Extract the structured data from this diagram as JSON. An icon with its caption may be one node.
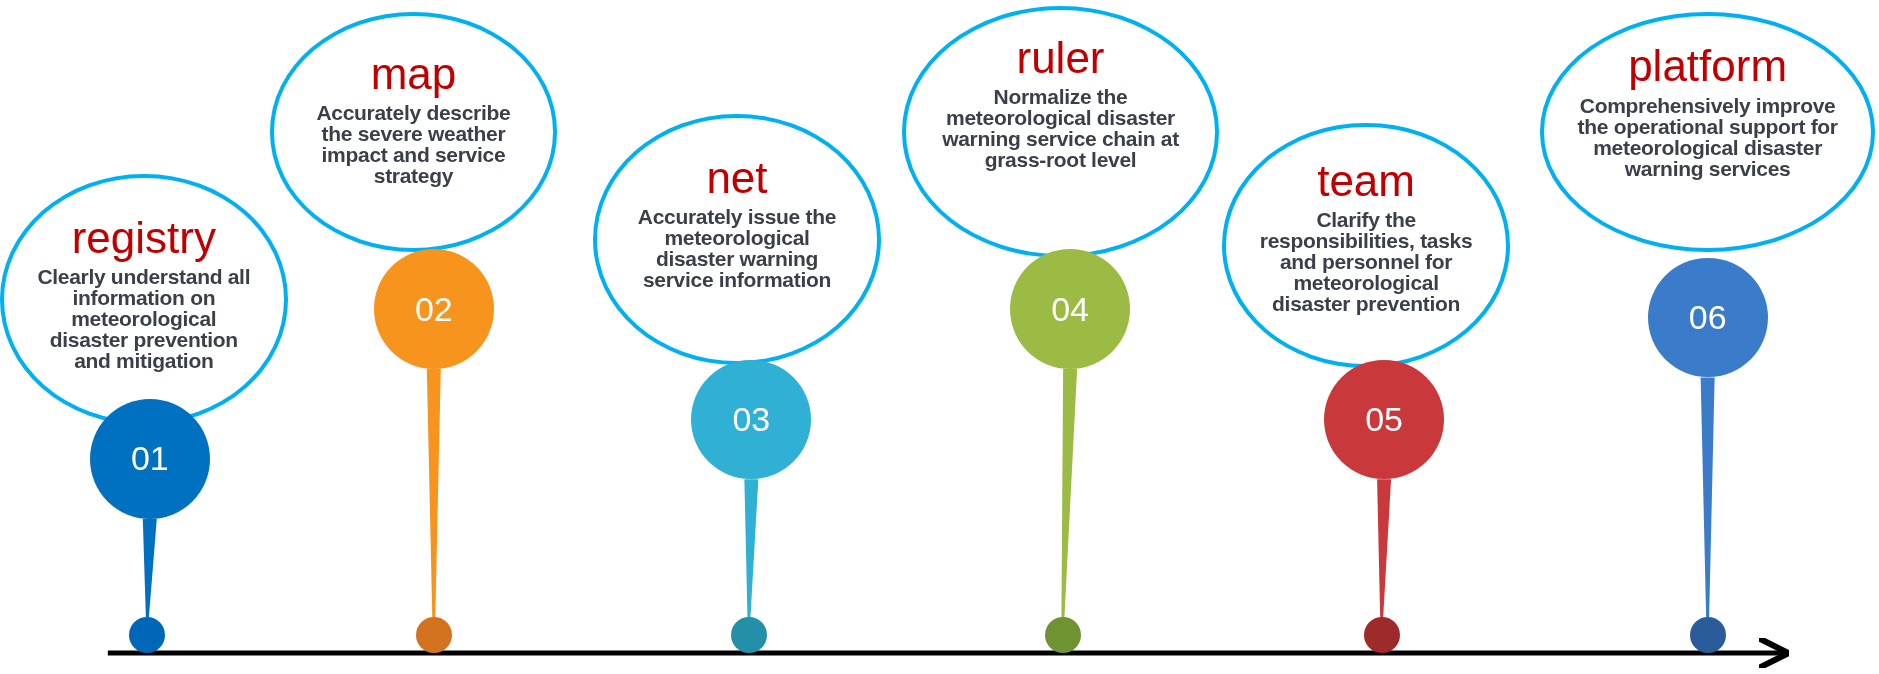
{
  "diagram": {
    "nodes": [
      {
        "text": [
          "registry",
          "Clearly understand all information on meteorological disaster prevention and mitigation"
        ]
      },
      {
        "text": [
          "01"
        ]
      },
      {
        "text": [],
        "shape": "circle"
      },
      {
        "text": [
          "map",
          "Accurately describe the severe weather impact and service strategy"
        ]
      },
      {
        "text": [
          "02"
        ]
      },
      {
        "text": [],
        "shape": "circle"
      },
      {
        "text": [
          "net",
          "Accurately issue the meteorological disaster warning service information"
        ]
      },
      {
        "text": [
          "03"
        ]
      },
      {
        "text": [],
        "shape": "circle"
      },
      {
        "text": [
          "ruler",
          "Normalize the meteorological disaster warning service chain at grass-root level"
        ]
      },
      {
        "text": [
          "04"
        ]
      },
      {
        "text": [],
        "shape": "circle"
      },
      {
        "text": [
          "team",
          "Clarify the responsibilities, tasks and personnel for meteorological disaster prevention"
        ]
      },
      {
        "text": [
          "05"
        ]
      },
      {
        "text": [],
        "shape": "circle"
      },
      {
        "text": [
          "platform",
          "Comprehensively improve the operational support for meteorological disaster warning services"
        ]
      },
      {
        "text": [
          "06"
        ]
      },
      {
        "text": [],
        "shape": "circle"
      }
    ],
    "edges": [
      {
        "from": 1,
        "to": 2,
        "arrow": "none"
      },
      {
        "from": 4,
        "to": 5,
        "arrow": "none"
      },
      {
        "from": 7,
        "to": 8,
        "arrow": "none"
      },
      {
        "from": 10,
        "to": 11,
        "arrow": "none"
      },
      {
        "from": 13,
        "to": 14,
        "arrow": "none"
      },
      {
        "from": 16,
        "to": 17,
        "arrow": "none"
      }
    ]
  }
}
